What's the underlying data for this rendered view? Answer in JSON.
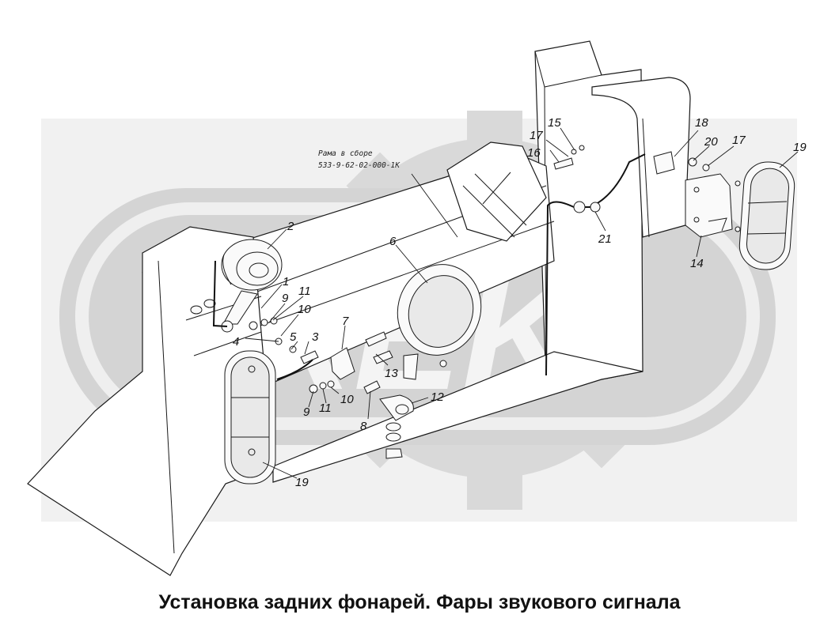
{
  "caption": "Установка задних фонарей. Фары звукового сигнала",
  "frame_note": {
    "line1": "Рама в сборе",
    "line2": "533-9-62-02-000-1К"
  },
  "watermark": {
    "text": "REK",
    "color": "#d7d7d7"
  },
  "callouts": {
    "c1": "1",
    "c2": "2",
    "c3": "3",
    "c4": "4",
    "c5": "5",
    "c6": "6",
    "c7": "7",
    "c8": "8",
    "c9a": "9",
    "c9b": "9",
    "c10a": "10",
    "c10b": "10",
    "c11a": "11",
    "c11b": "11",
    "c12": "12",
    "c13": "13",
    "c14": "14",
    "c15": "15",
    "c16": "16",
    "c17a": "17",
    "c17b": "17",
    "c18": "18",
    "c19a": "19",
    "c19b": "19",
    "c20": "20",
    "c21": "21"
  },
  "colors": {
    "line": "#1a1a1a",
    "watermark": "#d7d7d7",
    "background": "#ffffff"
  }
}
